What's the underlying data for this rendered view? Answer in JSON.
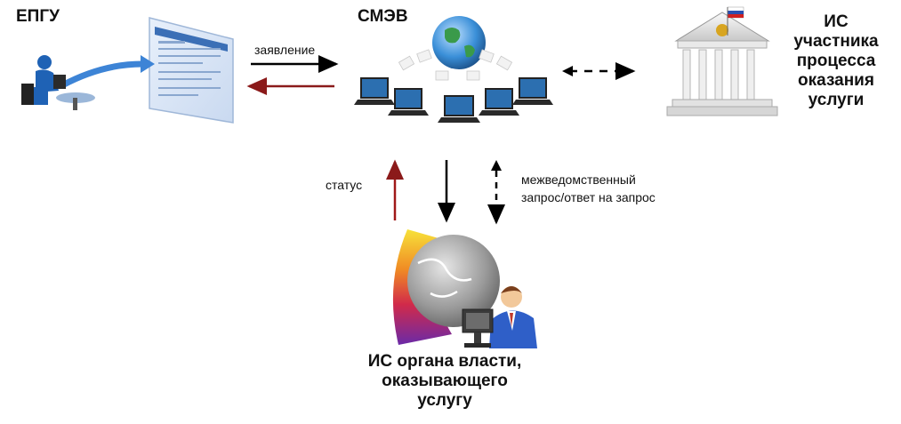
{
  "nodes": {
    "epgu": {
      "title": "ЕПГУ",
      "icon": "user-at-computer-with-portal-icon"
    },
    "smev": {
      "title": "СМЭВ",
      "icon": "globe-network-laptops-icon"
    },
    "participant": {
      "title_lines": [
        "ИС",
        "участника",
        "процесса",
        "оказания",
        "услуги"
      ],
      "icon": "government-building-icon"
    },
    "authority": {
      "title_lines": [
        "ИС органа власти,",
        "оказывающего",
        "услугу"
      ],
      "icon": "globe-operator-icon"
    }
  },
  "edges": {
    "application": {
      "label": "заявление",
      "color": "#000000"
    },
    "response_back": {
      "label": "",
      "color": "#8b1a1a"
    },
    "status": {
      "label": "статус",
      "color": "#a01818"
    },
    "down_request": {
      "label": "",
      "color": "#000000"
    },
    "interagency": {
      "label_lines": [
        "межведомственный",
        "запрос/ответ на запрос"
      ],
      "style": "dashed"
    },
    "smev_participant": {
      "label": "",
      "style": "dashed"
    }
  }
}
